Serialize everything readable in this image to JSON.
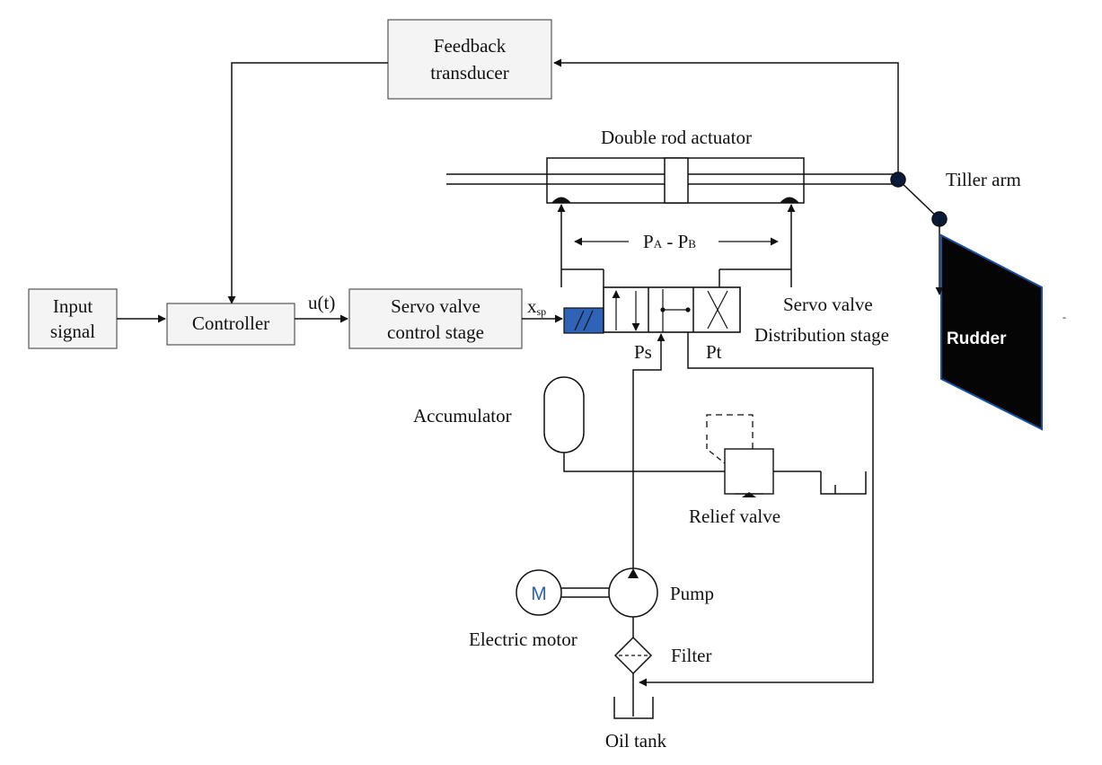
{
  "labels": {
    "feedback_l1": "Feedback",
    "feedback_l2": "transducer",
    "actuator": "Double rod actuator",
    "tiller": "Tiller arm",
    "pressure_a": "P",
    "pressure_a_sub": "A",
    "pressure_sep": " - P",
    "pressure_b_sub": "B",
    "input_l1": "Input",
    "input_l2": "signal",
    "controller": "Controller",
    "u_signal": "u(t)",
    "servo_ctrl_l1": "Servo valve",
    "servo_ctrl_l2": "control stage",
    "xsp": "x",
    "xsp_sub": "sp",
    "servo_dist_l1": "Servo valve",
    "servo_dist_l2": "Distribution stage",
    "ps": "Ps",
    "pt": "Pt",
    "rudder": "Rudder",
    "accumulator": "Accumulator",
    "relief": "Relief valve",
    "motor_symbol": "M",
    "pump": "Pump",
    "motor": "Electric motor",
    "filter": "Filter",
    "tank": "Oil tank"
  },
  "colors": {
    "line": "#111111",
    "box_fill": "#f4f4f4",
    "solenoid": "#2e63b8",
    "rudder": "#050505",
    "rudder_edge": "#1a4fa0",
    "motor_glyph": "#2e63b8"
  }
}
